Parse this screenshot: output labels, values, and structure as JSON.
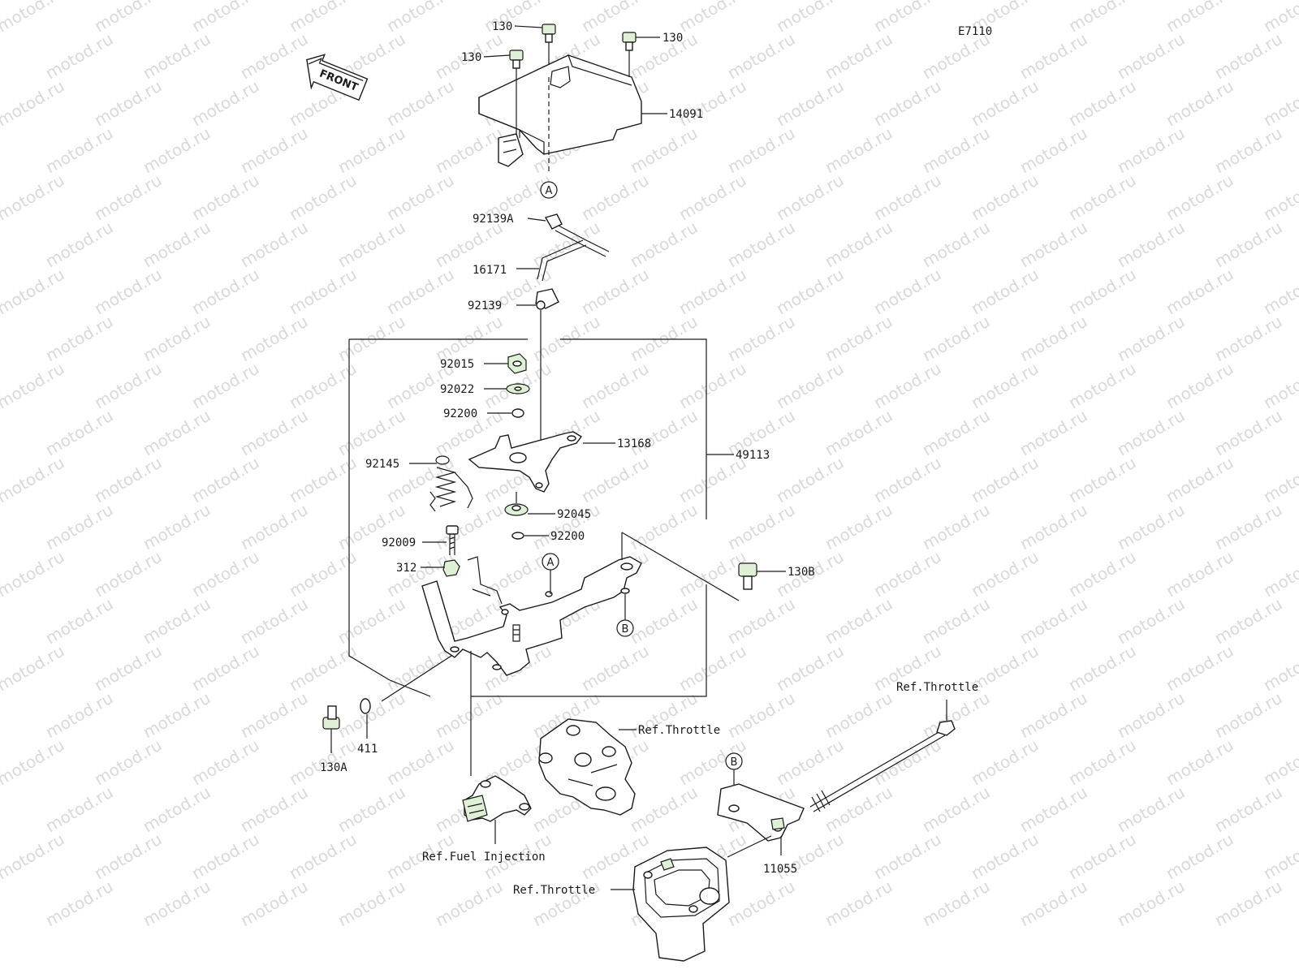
{
  "diagram_code": "E7110",
  "watermark": "motod.ru",
  "front_label": "FRONT",
  "parts": {
    "p130_a": "130",
    "p130_b": "130",
    "p130_c": "130",
    "p14091": "14091",
    "p92139A": "92139A",
    "p16171": "16171",
    "p92139": "92139",
    "p92015": "92015",
    "p92022": "92022",
    "p92200_a": "92200",
    "p13168": "13168",
    "p49113": "49113",
    "p92145": "92145",
    "p92045": "92045",
    "p92200_b": "92200",
    "p92009": "92009",
    "p312": "312",
    "p130B": "130B",
    "p130A": "130A",
    "p411": "411",
    "p11055": "11055"
  },
  "refs": {
    "throttle_1": "Ref.Throttle",
    "throttle_2": "Ref.Throttle",
    "throttle_3": "Ref.Throttle",
    "fuel_injection": "Ref.Fuel Injection"
  },
  "callouts": {
    "a_top": "A",
    "a_mid": "A",
    "b_mid": "B",
    "b_low": "B"
  }
}
